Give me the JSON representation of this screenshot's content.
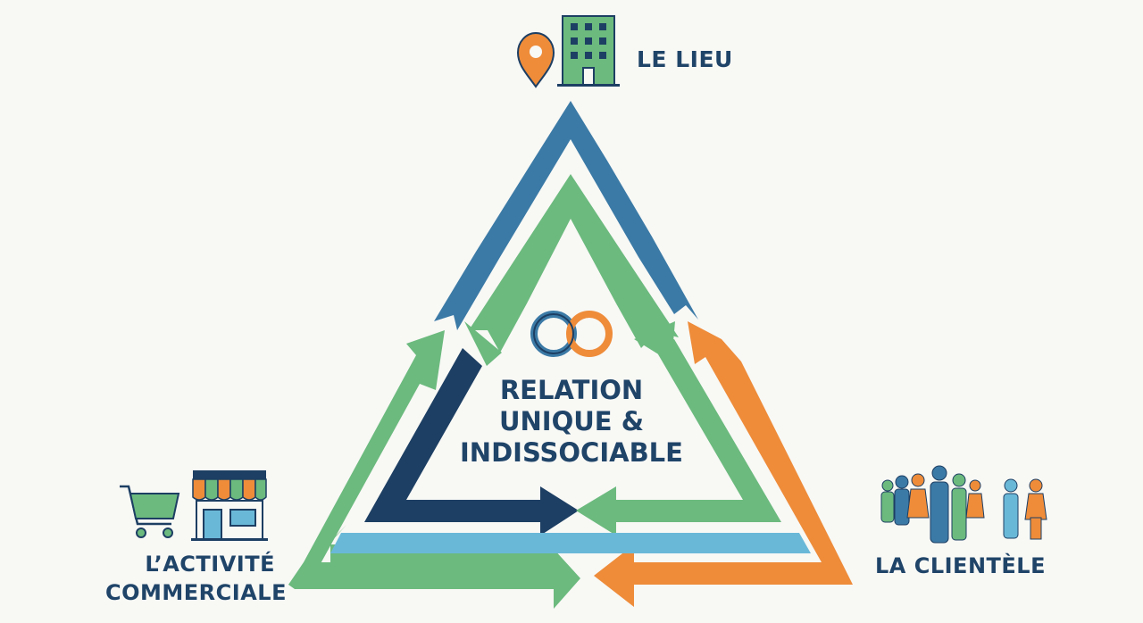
{
  "top_label": "LE LIEU",
  "left_label": {
    "line1": "L’ACTIVITÉ",
    "line2": "COMMERCIALE"
  },
  "right_label": "LA CLIENTÈLE",
  "center": {
    "line1": "RELATION",
    "line2": "UNIQUE &",
    "line3": "INDISSOCIABLE"
  },
  "icons": {
    "top": [
      "location-pin-icon",
      "building-icon"
    ],
    "left": [
      "shopping-cart-icon",
      "storefront-icon"
    ],
    "right": [
      "people-group-icon"
    ],
    "center": "interlinked-rings-icon"
  },
  "colors": {
    "blue": "#3b7aa6",
    "green": "#6cba7e",
    "orange": "#ee8c3a",
    "navy": "#1d3f63",
    "light_blue": "#6ab8d8",
    "text": "#1f4468"
  }
}
